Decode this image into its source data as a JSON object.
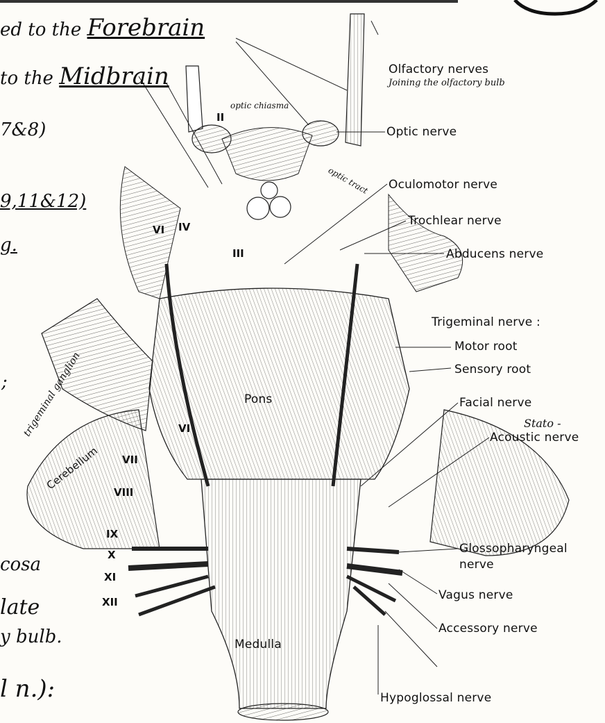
{
  "notes": {
    "forebrain_line_prefix": "ed to the",
    "forebrain": "Forebrain",
    "midbrain_line_prefix": "to the",
    "midbrain": "Midbrain",
    "frag_7_8": "7&8)",
    "frag_9_11_12": "9,11&12)",
    "frag_g": "g.",
    "frag_semicolon": ";",
    "frag_cosa": "cosa",
    "frag_late": "late",
    "frag_bulb": "y bulb.",
    "frag_n": "l n.):"
  },
  "structures": {
    "optic_chiasma": "optic chiasma",
    "optic_tract": "optic tract",
    "pons": "Pons",
    "medulla": "Medulla",
    "cerebellum": "Cerebellum",
    "trigeminal_ganglion": "trigeminal ganglion"
  },
  "labels": {
    "olfactory_nerves": "Olfactory nerves",
    "olfactory_sub": "Joining the olfactory bulb",
    "optic_nerve": "Optic nerve",
    "oculomotor_nerve": "Oculomotor nerve",
    "trochlear_nerve": "Trochlear nerve",
    "abducens_nerve": "Abducens nerve",
    "trigeminal_nerve": "Trigeminal nerve :",
    "motor_root": "Motor root",
    "sensory_root": "Sensory root",
    "facial_nerve": "Facial nerve",
    "stato": "Stato -",
    "acoustic_nerve": "Acoustic nerve",
    "glossopharyngeal_1": "Glossopharyngeal",
    "glossopharyngeal_2": "nerve",
    "vagus_nerve": "Vagus nerve",
    "accessory_nerve": "Accessory nerve",
    "hypoglossal_nerve": "Hypoglossal nerve"
  },
  "numerals": {
    "II": "II",
    "III": "III",
    "IV": "IV",
    "VI_top": "VI",
    "VI_mid": "VI",
    "VII": "VII",
    "VIII": "VIII",
    "IX": "IX",
    "X": "X",
    "XI": "XI",
    "XII": "XII"
  }
}
